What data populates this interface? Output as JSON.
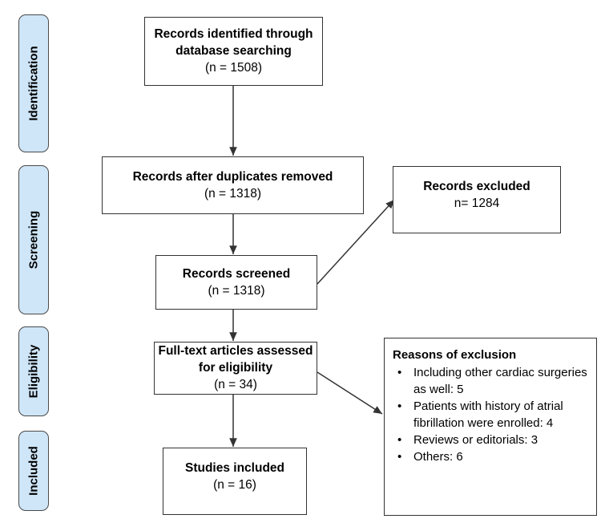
{
  "phases": {
    "identification": "Identification",
    "screening": "Screening",
    "eligibility": "Eligibility",
    "included": "Included"
  },
  "boxes": {
    "identified": {
      "title": "Records identified through database searching",
      "count": "(n = 1508)"
    },
    "after_duplicates": {
      "title": "Records after duplicates removed",
      "count": "(n = 1318)"
    },
    "screened": {
      "title": "Records screened",
      "count": "(n = 1318)"
    },
    "excluded": {
      "title": "Records excluded",
      "count": "n= 1284"
    },
    "full_text": {
      "title": "Full-text articles assessed for eligibility",
      "count": "(n = 34)"
    },
    "included": {
      "title": "Studies included",
      "count": "(n = 16)"
    }
  },
  "reasons": {
    "heading": "Reasons of exclusion",
    "items": [
      "Including other cardiac surgeries as well: 5",
      "Patients with history of atrial fibrillation were enrolled: 4",
      "Reviews or editorials: 3",
      "Others: 6"
    ]
  }
}
